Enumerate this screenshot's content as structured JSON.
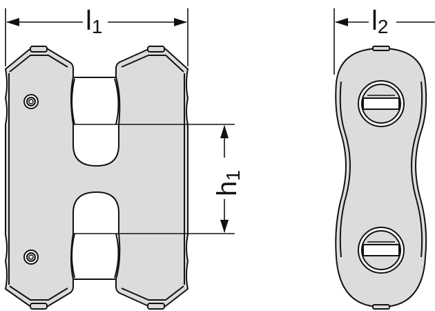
{
  "diagram": {
    "front_view": {
      "dim_overall_length": {
        "letter": "l",
        "subscript": "1"
      },
      "dim_pin_spacing": {
        "letter": "h",
        "subscript": "1"
      }
    },
    "side_view": {
      "dim_width": {
        "letter": "l",
        "subscript": "2"
      }
    },
    "colors": {
      "line": "#111111",
      "fill": "#dcdcdc",
      "background": "#ffffff"
    }
  }
}
